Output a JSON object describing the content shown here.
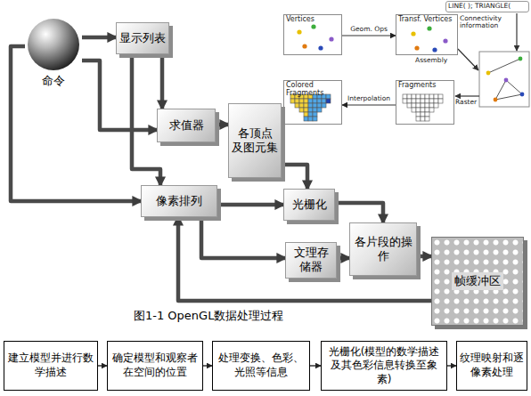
{
  "diagram": {
    "caption": "图1-1 OpenGL数据处理过程",
    "nodes": [
      {
        "text": [
          "命令"
        ]
      },
      {
        "text": [
          "显示列表"
        ]
      },
      {
        "text": [
          "求值器"
        ]
      },
      {
        "text": [
          "各顶点 及图元集"
        ]
      },
      {
        "text": [
          "像素排列"
        ]
      },
      {
        "text": [
          "光栅化"
        ]
      },
      {
        "text": [
          "文理存储器"
        ]
      },
      {
        "text": [
          "各片段的操作"
        ]
      },
      {
        "text": [
          "帧缓冲区"
        ]
      },
      {
        "text": [
          "Vertices"
        ]
      },
      {
        "text": [
          "Transf. Vertices"
        ]
      },
      {
        "text": [
          "LINE( ); TRIANGLE("
        ]
      },
      {
        "text": [
          "Fragments"
        ]
      },
      {
        "text": [
          "Colored Fragments"
        ]
      },
      {
        "text": [
          "建立模型并进行数学描述"
        ]
      },
      {
        "text": [
          "确定模型和观察者在空间的位置"
        ]
      },
      {
        "text": [
          "处理变换、色彩、光照等信息"
        ]
      },
      {
        "text": [
          "光栅化(模型的数学描述及其色彩信息转换至象素)"
        ]
      },
      {
        "text": [
          "纹理映射和逐像素处理"
        ]
      }
    ],
    "edges": [
      {
        "from": 0,
        "to": 1,
        "arrow": "to"
      },
      {
        "from": 1,
        "to": 2,
        "arrow": "to"
      },
      {
        "from": 0,
        "to": 2,
        "arrow": "to"
      },
      {
        "from": 2,
        "to": 3,
        "arrow": "to"
      },
      {
        "from": 0,
        "to": 4,
        "arrow": "to"
      },
      {
        "from": 1,
        "to": 4,
        "arrow": "to"
      },
      {
        "from": 3,
        "to": 5,
        "arrow": "to"
      },
      {
        "from": 4,
        "to": 5,
        "arrow": "to"
      },
      {
        "from": 4,
        "to": 6,
        "arrow": "to"
      },
      {
        "from": 6,
        "to": 7,
        "arrow": "to"
      },
      {
        "from": 5,
        "to": 7,
        "arrow": "to"
      },
      {
        "from": 7,
        "to": 8,
        "arrow": "to"
      },
      {
        "from": 8,
        "to": 4,
        "arrow": "to"
      },
      {
        "from": 9,
        "to": 10,
        "label": "Geom. Ops",
        "arrow": "to"
      },
      {
        "from": 12,
        "to": 13,
        "label": "Interpolation",
        "arrow": "to"
      },
      {
        "from": 14,
        "to": 15,
        "arrow": "to"
      },
      {
        "from": 15,
        "to": 16,
        "arrow": "to"
      },
      {
        "from": 16,
        "to": 17,
        "arrow": "to"
      },
      {
        "from": 17,
        "to": 18,
        "arrow": "to"
      }
    ],
    "labels": [
      "Connectivity information",
      "Assembly",
      "Raster"
    ]
  }
}
